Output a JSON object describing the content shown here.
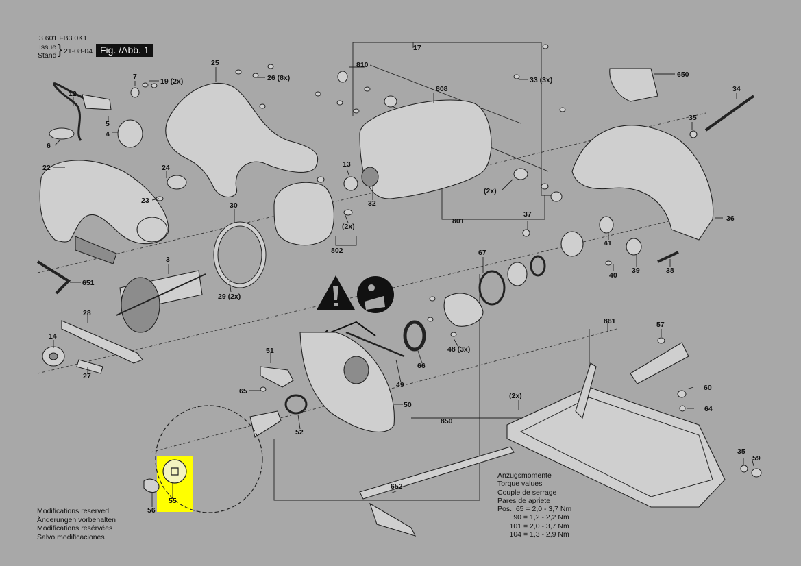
{
  "header": {
    "doc_number": "3 601 FB3 0K1",
    "issue_label_1": "Issue",
    "issue_label_2": "Stand",
    "issue_date": "21-08-04",
    "figure_label": "Fig. /Abb. 1"
  },
  "labels": {
    "p17": "17",
    "p810": "810",
    "p650": "650",
    "p25": "25",
    "p7": "7",
    "p19": "19 (2x)",
    "p26": "26 (8x)",
    "p33": "33 (3x)",
    "p808": "808",
    "p34": "34",
    "p12": "12",
    "p35a": "35",
    "p5": "5",
    "p4": "4",
    "p6": "6",
    "p22": "22",
    "p24": "24",
    "p13": "13",
    "p2x_a": "(2x)",
    "p32": "32",
    "p23": "23",
    "p30": "30",
    "p2x_b": "(2x)",
    "p802": "802",
    "p801": "801",
    "p37": "37",
    "p41": "41",
    "p36": "36",
    "p3": "3",
    "p651": "651",
    "p29": "29 (2x)",
    "p67": "67",
    "p40": "40",
    "p39": "39",
    "p38": "38",
    "p28": "28",
    "p861": "861",
    "p14": "14",
    "p27": "27",
    "p57": "57",
    "p51": "51",
    "p48": "48 (3x)",
    "p66": "66",
    "p49": "49",
    "p65": "65",
    "p2x_c": "(2x)",
    "p60": "60",
    "p50": "50",
    "p64": "64",
    "p52": "52",
    "p850": "850",
    "p35b": "35",
    "p59": "59",
    "p652": "652",
    "p56": "56",
    "p55": "55"
  },
  "notes": {
    "modifications": [
      "Modifications reserved",
      "Änderungen vorbehalten",
      "Modifications resérvées",
      "Salvo modificaciones"
    ]
  },
  "torque_table": {
    "titles": [
      "Anzugsmomente",
      "Torque values",
      "Couple de serrage",
      "Pares de apriete"
    ],
    "rows": [
      "Pos.  65 = 2,0 - 3,7 Nm",
      "        90 = 1,2 - 2,2 Nm",
      "      101 = 2,0 - 3,7 Nm",
      "      104 = 1,3 - 2,9 Nm"
    ]
  },
  "colors": {
    "background": "#a8a8a8",
    "highlight": "#ffff00",
    "figure_box": "#111111"
  }
}
